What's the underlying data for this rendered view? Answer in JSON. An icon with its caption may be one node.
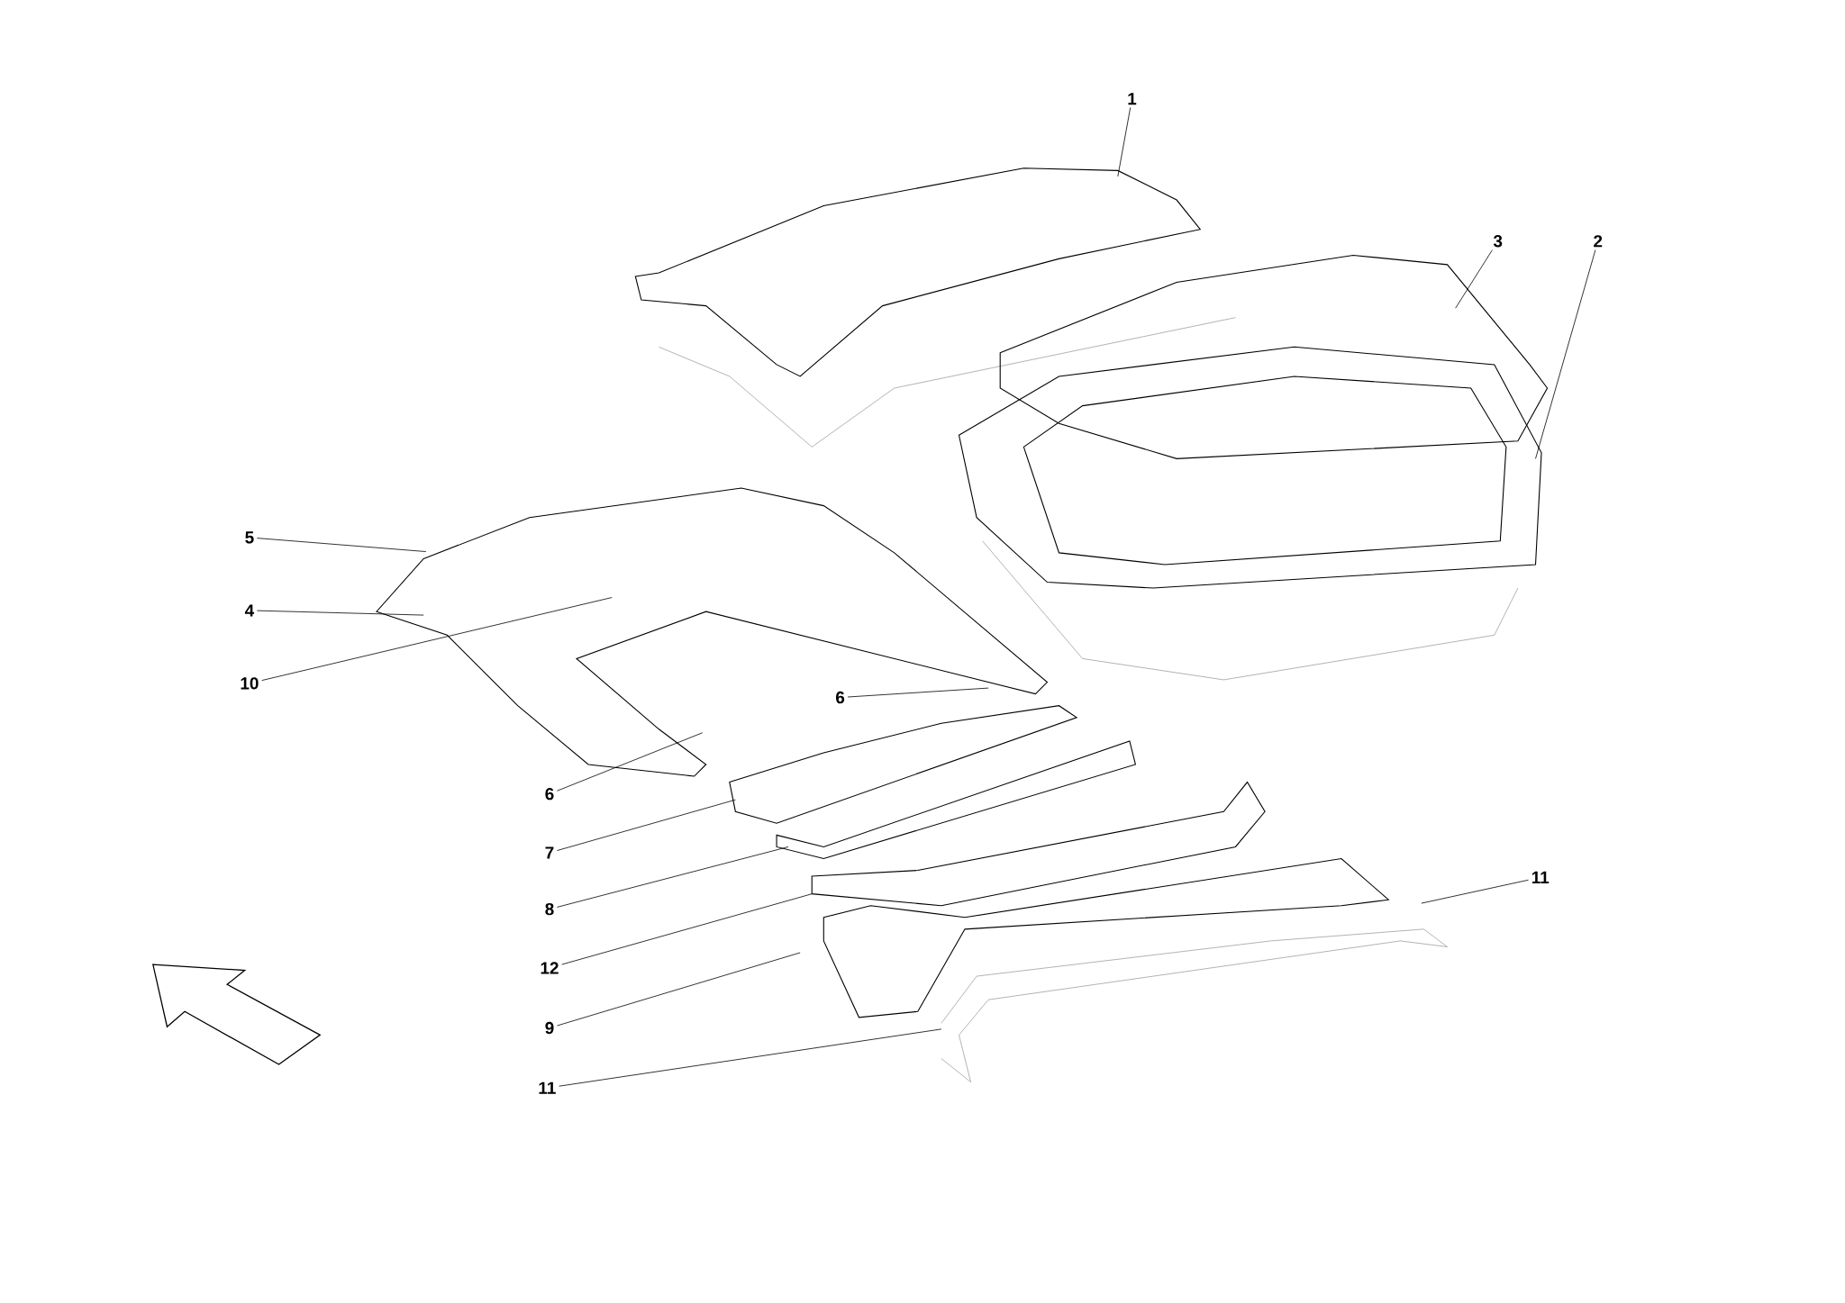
{
  "diagram": {
    "nodes": [
      {
        "text": [
          "1"
        ]
      },
      {
        "text": [
          "3"
        ]
      },
      {
        "text": [
          "2"
        ]
      },
      {
        "text": [
          "5"
        ]
      },
      {
        "text": [
          "4"
        ]
      },
      {
        "text": [
          "10"
        ]
      },
      {
        "text": [
          "6"
        ]
      },
      {
        "text": [
          "6"
        ]
      },
      {
        "text": [
          "7"
        ]
      },
      {
        "text": [
          "8"
        ]
      },
      {
        "text": [
          "12"
        ]
      },
      {
        "text": [
          "9"
        ]
      },
      {
        "text": [
          "11"
        ]
      },
      {
        "text": [
          "11"
        ]
      }
    ],
    "edges": [
      {
        "from": 0,
        "to": null,
        "arrow": "none"
      },
      {
        "from": 1,
        "to": null,
        "arrow": "none"
      },
      {
        "from": 2,
        "to": null,
        "arrow": "none"
      },
      {
        "from": 3,
        "to": null,
        "arrow": "none"
      },
      {
        "from": 4,
        "to": null,
        "arrow": "none"
      },
      {
        "from": 5,
        "to": null,
        "arrow": "none"
      },
      {
        "from": 6,
        "to": null,
        "arrow": "none"
      },
      {
        "from": 7,
        "to": null,
        "arrow": "none"
      },
      {
        "from": 8,
        "to": null,
        "arrow": "none"
      },
      {
        "from": 9,
        "to": null,
        "arrow": "none"
      },
      {
        "from": 10,
        "to": null,
        "arrow": "none"
      },
      {
        "from": 11,
        "to": null,
        "arrow": "none"
      },
      {
        "from": 12,
        "to": null,
        "arrow": "none"
      },
      {
        "from": 13,
        "to": null,
        "arrow": "none"
      }
    ]
  }
}
